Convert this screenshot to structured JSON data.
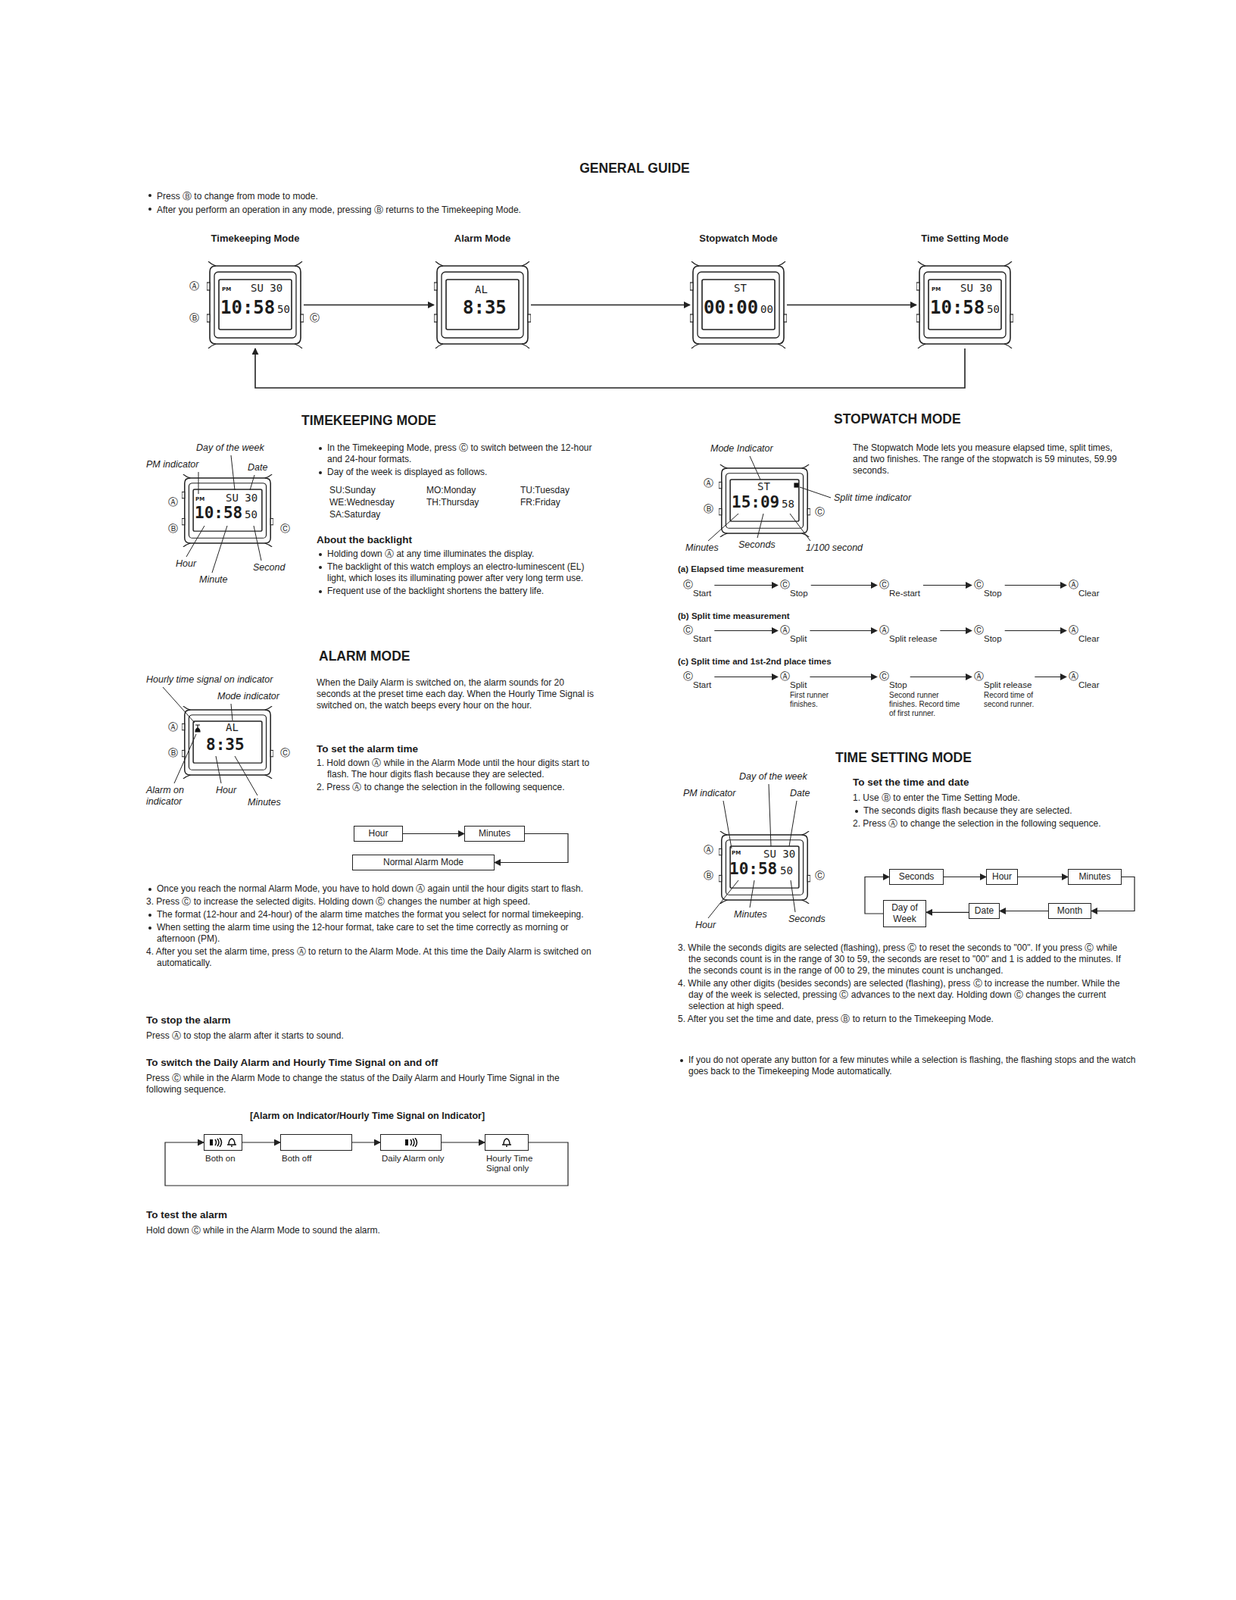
{
  "diagram": {
    "title": "GENERAL GUIDE",
    "nodes": [
      {
        "text": [
          "Timekeeping Mode",
          "PM",
          "SU 30",
          "10:58",
          "50"
        ]
      },
      {
        "text": [
          "Alarm Mode",
          "AL",
          "8:35"
        ]
      },
      {
        "text": [
          "Stopwatch Mode",
          "ST",
          "00:00",
          "00"
        ]
      },
      {
        "text": [
          "Time Setting Mode",
          "PM",
          "SU 30",
          "10:58",
          "50"
        ]
      },
      {
        "text": [
          "Hour"
        ]
      },
      {
        "text": [
          "Minutes"
        ]
      },
      {
        "text": [
          "Normal Alarm Mode"
        ]
      },
      {
        "text": [
          "Both on"
        ]
      },
      {
        "text": [
          "Both off"
        ]
      },
      {
        "text": [
          "Daily Alarm only"
        ]
      },
      {
        "text": [
          "Hourly Time Signal only"
        ]
      },
      {
        "text": [
          "Seconds"
        ]
      },
      {
        "text": [
          "Hour"
        ]
      },
      {
        "text": [
          "Minutes"
        ]
      },
      {
        "text": [
          "Month"
        ]
      },
      {
        "text": [
          "Date"
        ]
      },
      {
        "text": [
          "Day of Week"
        ]
      }
    ],
    "edges": [
      {
        "from": 0,
        "to": 1,
        "arrow": "to"
      },
      {
        "from": 1,
        "to": 2,
        "arrow": "to"
      },
      {
        "from": 2,
        "to": 3,
        "arrow": "to"
      },
      {
        "from": 3,
        "to": 0,
        "arrow": "to"
      },
      {
        "from": 4,
        "to": 5,
        "arrow": "to"
      },
      {
        "from": 5,
        "to": 6,
        "arrow": "to"
      },
      {
        "from": 7,
        "to": 8,
        "arrow": "to"
      },
      {
        "from": 8,
        "to": 9,
        "arrow": "to"
      },
      {
        "from": 9,
        "to": 10,
        "arrow": "to"
      },
      {
        "from": 10,
        "to": 7,
        "arrow": "to"
      },
      {
        "from": 11,
        "to": 12,
        "arrow": "to"
      },
      {
        "from": 12,
        "to": 13,
        "arrow": "to"
      },
      {
        "from": 13,
        "to": 14,
        "arrow": "to"
      },
      {
        "from": 14,
        "to": 15,
        "arrow": "to"
      },
      {
        "from": 15,
        "to": 16,
        "arrow": "to"
      },
      {
        "from": 16,
        "to": 11,
        "arrow": "to"
      }
    ],
    "labels": [
      "Press Ⓑ to change from mode to mode.",
      "After you perform an operation in any mode, pressing Ⓑ returns to the Timekeeping Mode.",
      "Ⓐ",
      "Ⓑ",
      "Ⓒ",
      "TIMEKEEPING MODE",
      "Day of the week",
      "PM indicator",
      "Date",
      "Ⓐ",
      "Ⓑ",
      "Ⓒ",
      "Hour",
      "Second",
      "Minute",
      "PM",
      "SU 30",
      "10:58",
      "50",
      "In the Timekeeping Mode, press Ⓒ to switch between the 12-hour and 24-hour formats.",
      "Day of the week is displayed as follows.",
      "SU:Sunday",
      "MO:Monday",
      "TU:Tuesday",
      "WE:Wednesday",
      "TH:Thursday",
      "FR:Friday",
      "SA:Saturday",
      "About the backlight",
      "Holding down Ⓐ at any time illuminates the display.",
      "The backlight of this watch employs an electro-luminescent (EL) light, which loses its illuminating power after very long term use.",
      "Frequent use of the backlight shortens the battery life.",
      "ALARM MODE",
      "Hourly time signal on indicator",
      "Mode indicator",
      "Ⓐ",
      "Ⓑ",
      "Ⓒ",
      "Alarm on indicator",
      "Hour",
      "Minutes",
      "AL",
      "8:35",
      "When the Daily Alarm is switched on, the alarm sounds for 20 seconds at the preset time each day. When the Hourly Time Signal is switched on, the watch beeps every hour on the hour.",
      "To set the alarm time",
      "1. Hold down Ⓐ while in the Alarm Mode until the hour digits start to flash. The hour digits flash because they are selected.",
      "2. Press Ⓐ to change the selection in the following sequence.",
      "Once you reach the normal Alarm Mode, you have to hold down Ⓐ again until the hour digits start to flash.",
      "3. Press Ⓒ to increase the selected digits. Holding down Ⓒ changes the number at high speed.",
      "The format (12-hour and 24-hour) of the alarm time matches the format you select for normal timekeeping.",
      "When setting the alarm time using the 12-hour format, take care to set the time correctly as morning or afternoon (PM).",
      "4. After you set the alarm time, press Ⓐ to return to the Alarm Mode. At this time the Daily Alarm is switched on automatically.",
      "To stop the alarm",
      "Press Ⓐ to stop the alarm after it starts to sound.",
      "To switch the Daily Alarm and Hourly Time Signal on and off",
      "Press Ⓒ while in the Alarm Mode to change the status of the Daily Alarm and Hourly Time Signal in the following sequence.",
      "[Alarm on Indicator/Hourly Time Signal on Indicator]",
      "To test the alarm",
      "Hold down Ⓒ while in the Alarm Mode to sound the alarm.",
      "STOPWATCH MODE",
      "Mode Indicator",
      "Ⓐ",
      "Ⓑ",
      "Ⓒ",
      "Split time indicator",
      "Minutes",
      "Seconds",
      "1/100 second",
      "ST",
      "15:09",
      "58",
      "The Stopwatch Mode lets you measure elapsed time, split times, and two finishes. The range of the stopwatch is 59 minutes, 59.99 seconds.",
      "(a) Elapsed time measurement",
      "Ⓒ",
      "Start",
      "Ⓒ",
      "Stop",
      "Ⓒ",
      "Re-start",
      "Ⓒ",
      "Stop",
      "Ⓐ",
      "Clear",
      "(b) Split time measurement",
      "Ⓒ",
      "Start",
      "Ⓐ",
      "Split",
      "Ⓐ",
      "Split release",
      "Ⓒ",
      "Stop",
      "Ⓐ",
      "Clear",
      "(c) Split time and 1st-2nd place times",
      "Ⓒ",
      "Start",
      "Ⓐ",
      "Split",
      "First runner finishes.",
      "Ⓒ",
      "Stop",
      "Second runner finishes. Record time of first runner.",
      "Ⓐ",
      "Split release",
      "Record time of second runner.",
      "Ⓐ",
      "Clear",
      "TIME SETTING MODE",
      "Day of the week",
      "PM indicator",
      "Date",
      "Ⓐ",
      "Ⓑ",
      "Ⓒ",
      "Minutes",
      "Seconds",
      "Hour",
      "PM",
      "SU 30",
      "10:58",
      "50",
      "To set the time and date",
      "1. Use Ⓑ to enter the Time Setting Mode.",
      "The seconds digits flash because they are selected.",
      "2. Press Ⓐ to change the selection in the following sequence.",
      "3. While the seconds digits are selected (flashing), press Ⓒ to reset the seconds to \"00\". If you press Ⓒ while the seconds count is in the range of 30 to 59, the seconds are reset to \"00\" and 1 is added to the minutes. If the seconds count is in the range of 00 to 29, the minutes count is unchanged.",
      "4. While any other digits (besides seconds) are selected (flashing), press Ⓒ to increase the number. While the day of the week is selected, pressing Ⓒ advances to the next day. Holding down Ⓒ changes the current selection at high speed.",
      "5. After you set the time and date, press Ⓑ to return to the Timekeeping Mode.",
      "If you do not operate any button for a few minutes while a selection is flashing, the flashing stops and the watch goes back to the Timekeeping Mode automatically."
    ]
  }
}
